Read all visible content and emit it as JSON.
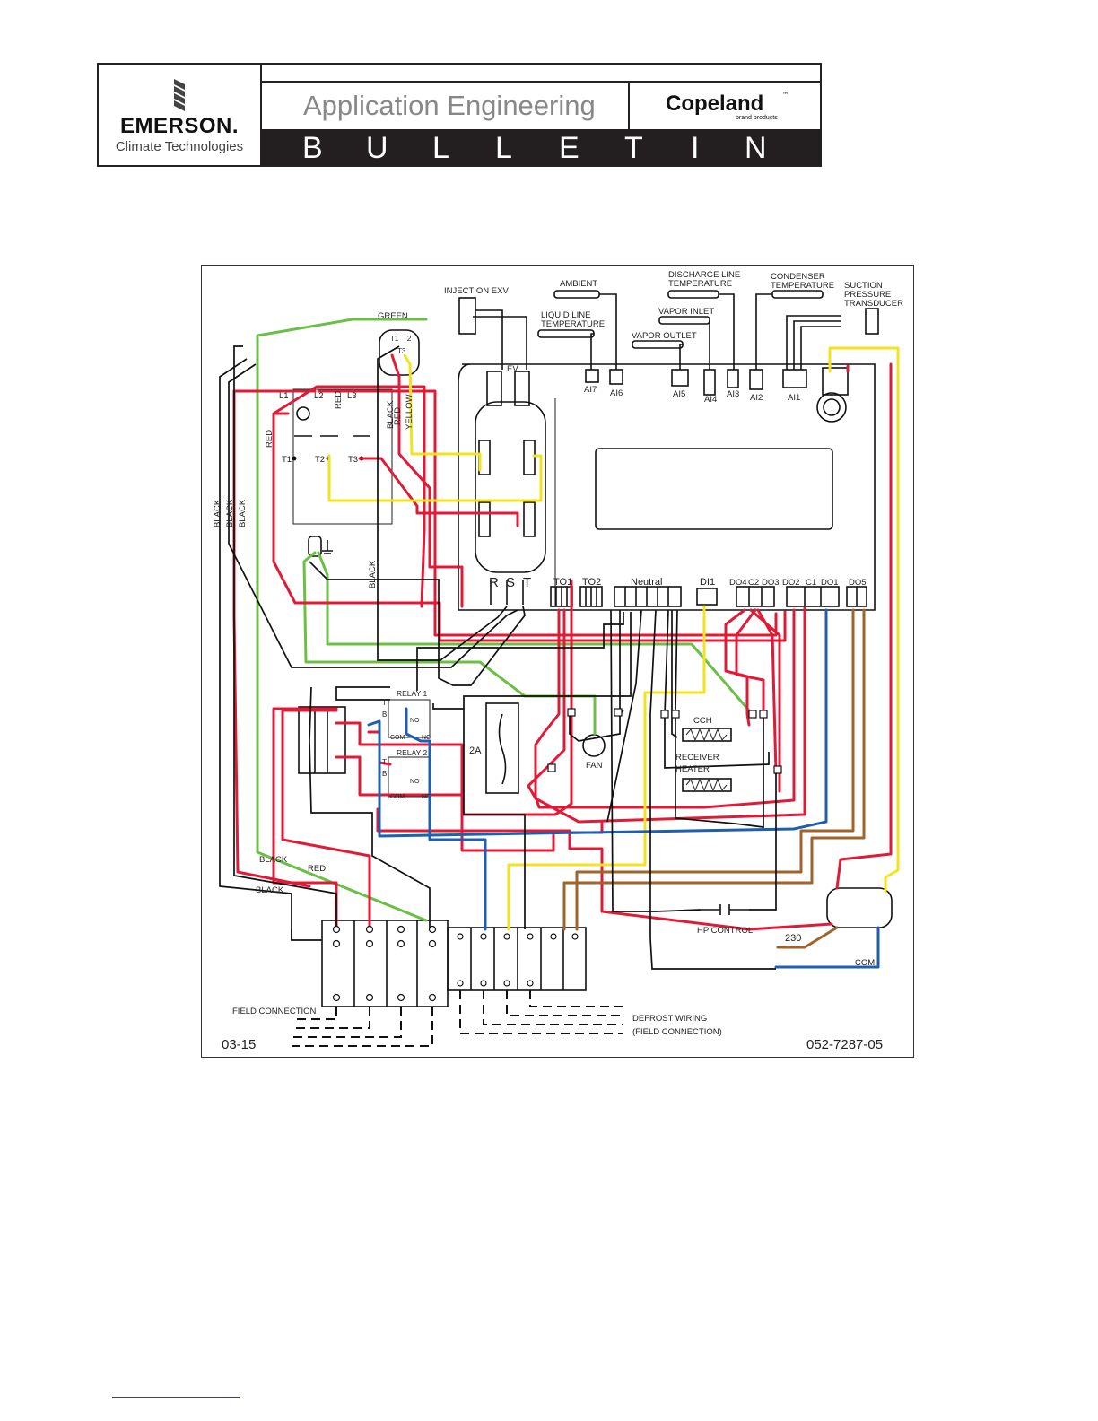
{
  "header": {
    "brand": "EMERSON.",
    "brand_sub": "Climate Technologies",
    "title": "Application Engineering",
    "partner": "Copeland",
    "partner_tm": "™",
    "partner_sub": "brand products",
    "bulletin_letters": [
      "B",
      "U",
      "L",
      "L",
      "E",
      "T",
      "I",
      "N"
    ]
  },
  "colors": {
    "red": "#e01b37",
    "green": "#6cbf45",
    "yellow": "#f2e31c",
    "blue": "#1f5eb0",
    "brown": "#a0632a",
    "black": "#111111"
  },
  "diagram": {
    "labels": {
      "injection_exv": "INJECTION EXV",
      "ambient": "AMBIENT",
      "liquid_line_1": "LIQUID LINE",
      "liquid_line_2": "TEMPERATURE",
      "discharge_1": "DISCHARGE LINE",
      "discharge_2": "TEMPERATURE",
      "condenser_1": "CONDENSER",
      "condenser_2": "TEMPERATURE",
      "suction_1": "SUCTION",
      "suction_2": "PRESSURE",
      "suction_3": "TRANSDUCER",
      "vapor_inlet": "VAPOR INLET",
      "vapor_outlet": "VAPOR OUTLET",
      "green": "GREEN",
      "ev": "EV",
      "ai7": "AI7",
      "ai6": "AI6",
      "ai5": "AI5",
      "ai4": "AI4",
      "ai3": "AI3",
      "ai2": "AI2",
      "ai1": "AI1",
      "l1": "L1",
      "l2": "L2",
      "l3": "L3",
      "t1": "T1",
      "t2": "T2",
      "t3": "T3",
      "t1_sm": "T1",
      "t2_sm": "T2",
      "t3_sm": "T3",
      "red_v1": "RED",
      "red_v2": "RED",
      "red_v3": "RED",
      "black_v1": "BLACK",
      "black_v2": "BLACK",
      "black_v3": "BLACK",
      "black_v4": "BLACK",
      "black_v5": "BLACK",
      "yellow_v": "YELLOW",
      "r": "R",
      "s": "S",
      "t": "T",
      "to1": "TO1",
      "to2": "TO2",
      "neutral": "Neutral",
      "di1": "DI1",
      "do4": "DO4",
      "c2": "C2",
      "do3": "DO3",
      "do2": "DO2",
      "c1": "C1",
      "do1": "DO1",
      "do5": "DO5",
      "relay1": "RELAY 1",
      "relay2": "RELAY 2",
      "rt1": "T",
      "rb1": "B",
      "rt2": "T",
      "rb2": "B",
      "com1": "COM",
      "no1": "NO",
      "nc1": "NC",
      "com2": "COM",
      "no2": "NO",
      "nc2": "NC",
      "fuse": "2A",
      "fan": "FAN",
      "cch": "CCH",
      "receiver_1": "RECEIVER",
      "receiver_2": "HEATER",
      "black_h1": "BLACK",
      "red_h": "RED",
      "black_h2": "BLACK",
      "hp_control": "HP CONTROL",
      "v230": "230",
      "com": "COM",
      "field_connection": "FIELD CONNECTION",
      "defrost_1": "DEFROST WIRING",
      "defrost_2": "(FIELD CONNECTION)",
      "date": "03-15",
      "drawing_no": "052-7287-05"
    }
  }
}
